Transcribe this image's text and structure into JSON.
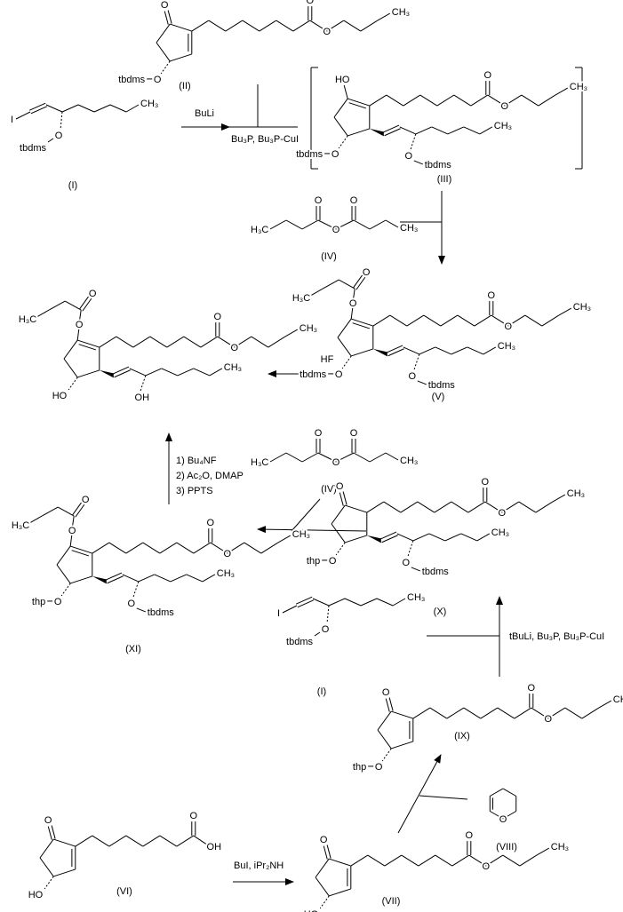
{
  "atoms": {
    "O": "O",
    "HO": "HO",
    "OH": "OH",
    "CH3": "CH₃",
    "H3C": "H₃C",
    "tbdms": "tbdms",
    "thp": "thp",
    "I": "I"
  },
  "compounds": {
    "I": "(I)",
    "II": "(II)",
    "III": "(III)",
    "IV": "(IV)",
    "V": "(V)",
    "VI": "(VI)",
    "VII": "(VII)",
    "VIII": "(VIII)",
    "IX": "(IX)",
    "X": "(X)",
    "XI": "(XI)"
  },
  "reagents": {
    "buli": "BuLi",
    "cuprate": "Bu₃P, Bu₃P-CuI",
    "hf": "HF",
    "step1": "1) Bu₄NF",
    "step2": "2) Ac₂O, DMAP",
    "step3": "3) PPTS",
    "tbuli_cuprate": "tBuLi, Bu₃P, Bu₃P-CuI",
    "alkylation": "BuI, iPr₂NH"
  }
}
